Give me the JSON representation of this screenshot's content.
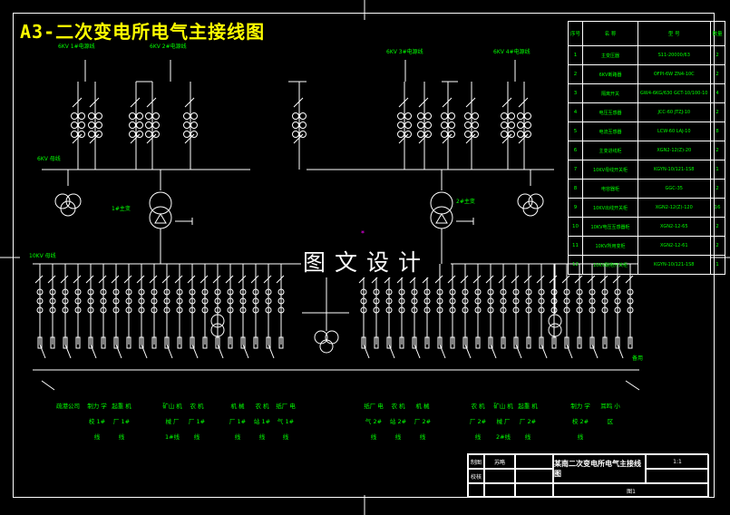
{
  "title": "A3-二次变电所电气主接线图",
  "watermark": "图文设计",
  "colors": {
    "lines": "#ffffff",
    "labels": "#00ff00",
    "title": "#ffff00",
    "marker": "#ff00ff"
  },
  "incoming_lines": [
    "6KV 1#电源线",
    "6KV 2#电源线",
    "6KV 3#电源线",
    "6KV 4#电源线"
  ],
  "busbars": {
    "hv": "6KV 母线",
    "lv": "10KV 母线"
  },
  "transformers": [
    "1#主变",
    "2#主变"
  ],
  "spare_label": "备用",
  "feeders_left": [
    "疏港公司",
    "制力 学校 1#线",
    "起重 机厂 1#线",
    "矿山 机械 厂 1#线",
    "农 机 厂 1#线",
    "机 械 厂 1#线",
    "农 机 站 1#线",
    "纸厂 电气 1#线"
  ],
  "feeders_right": [
    "纸厂 电气 2#线",
    "农 机 站 2#线",
    "机 械 厂 2#线",
    "农 机 厂 2#线",
    "矿山 机械 厂 2#线",
    "起重 机厂 2#线",
    "制力 学校 2#线",
    "耳鸣 小区"
  ],
  "legend": {
    "headers": [
      "序号",
      "名 称",
      "型 号",
      "数量"
    ],
    "rows": [
      [
        "1",
        "主变压器",
        "S11-20000/63",
        "2"
      ],
      [
        "2",
        "6KV断路器",
        "OFPI-6W ZN4-10C",
        "2"
      ],
      [
        "3",
        "隔离开关",
        "GW4-6KG/630 GCT-10/100-10",
        "4"
      ],
      [
        "4",
        "电压互感器",
        "JCC-60 JTZJ-10",
        "2"
      ],
      [
        "5",
        "电流互感器",
        "LCW-60 LAJ-10",
        "8"
      ],
      [
        "6",
        "主变进线柜",
        "XGN2-12(Z)-20",
        "2"
      ],
      [
        "7",
        "10KV母线开关柜",
        "KGYN-10/121-1S8",
        "1"
      ],
      [
        "8",
        "电容器柜",
        "GGC-35",
        "2"
      ],
      [
        "9",
        "10KV出线开关柜",
        "XGN2-12(Z)-120",
        "16"
      ],
      [
        "10",
        "10KV电压互感器柜",
        "XGN2-12-65",
        "2"
      ],
      [
        "11",
        "10KV所用变柜",
        "XGN2-12-61",
        "2"
      ],
      [
        "12",
        "10KV联络开关柜",
        "KGYN-10/121-1S8",
        "1"
      ]
    ]
  },
  "title_block": {
    "drawn_label": "制图",
    "drawn_name": "苏略",
    "check_label": "校核",
    "drawing_name": "某南二次变电所电气主接线图",
    "scale": "1:1",
    "sheet": "图1"
  }
}
